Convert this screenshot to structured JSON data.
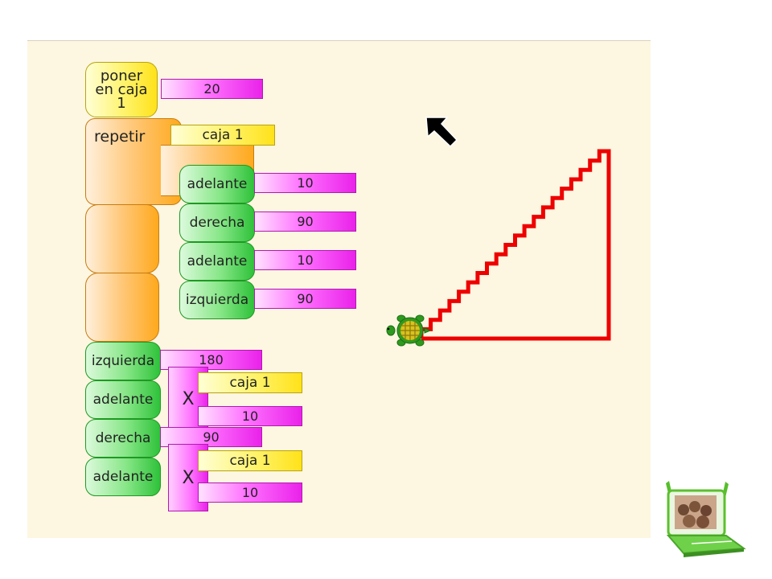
{
  "blocks": {
    "poner_label": "poner en caja 1",
    "poner_value": "20",
    "repetir_label": "repetir",
    "repetir_arg": "caja 1",
    "inner": [
      {
        "label": "adelante",
        "value": "10"
      },
      {
        "label": "derecha",
        "value": "90"
      },
      {
        "label": "adelante",
        "value": "10"
      },
      {
        "label": "izquierda",
        "value": "90"
      }
    ],
    "izquierda_label": "izquierda",
    "izquierda_value": "180",
    "adelante1_label": "adelante",
    "mult1_op": "X",
    "mult1_a": "caja 1",
    "mult1_b": "10",
    "derecha_label": "derecha",
    "derecha_value": "90",
    "adelante2_label": "adelante",
    "mult2_op": "X",
    "mult2_a": "caja 1",
    "mult2_b": "10"
  },
  "drawing": {
    "pen_color": "#ee0000",
    "turtle_color": "#2e9a1e",
    "turtle_shell_color": "#d9c21c",
    "steps": 20,
    "step_size": 10
  },
  "colors": {
    "canvas_bg": "#fdf6e1",
    "green_block": "#43d043",
    "magenta_block": "#ff44ff",
    "yellow_block": "#ffee33",
    "orange_block": "#ffa91c"
  },
  "icons": {
    "pointer": "arrow-up-left-icon",
    "turtle": "turtle-icon",
    "logo": "xo-laptop-logo"
  }
}
